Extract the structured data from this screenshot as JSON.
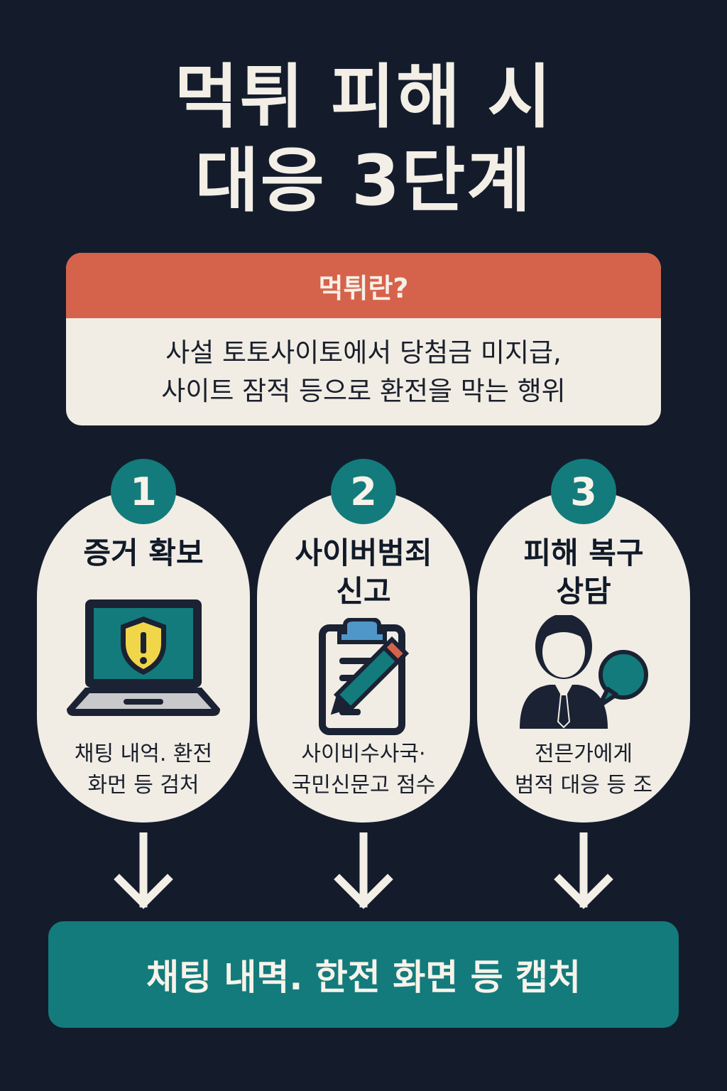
{
  "header": {
    "title_line1": "먹튀 피해 시",
    "title_line2": "대응 3단계"
  },
  "definition": {
    "heading": "먹튀란?",
    "line1": "사설 토토사이토에서 당첨금 미지급,",
    "line2": "사이트 잠적 등으로 환전을 막는 행위"
  },
  "steps": [
    {
      "number": "1",
      "title_line1": "증거 확보",
      "title_line2": "",
      "icon": "laptop-warning-shield-icon",
      "desc_line1": "채팅 내억. 환전",
      "desc_line2": "화먼 등 검처"
    },
    {
      "number": "2",
      "title_line1": "사이버범죄",
      "title_line2": "신고",
      "icon": "clipboard-pencil-icon",
      "desc_line1": "사이비수사국·",
      "desc_line2": "국민신문고 점수"
    },
    {
      "number": "3",
      "title_line1": "피해 복구",
      "title_line2": "상담",
      "icon": "consultant-speech-bubble-icon",
      "desc_line1": "전믄가에게",
      "desc_line2": "범적 대응 등 조"
    }
  ],
  "bottom_bar": {
    "text": "채팅 내멱. 한전 화면 등 캡처"
  },
  "colors": {
    "background": "#141c2c",
    "card": "#f1ede5",
    "accent_red": "#d5634c",
    "accent_teal": "#137b7c",
    "warning_yellow": "#f2d64a"
  }
}
